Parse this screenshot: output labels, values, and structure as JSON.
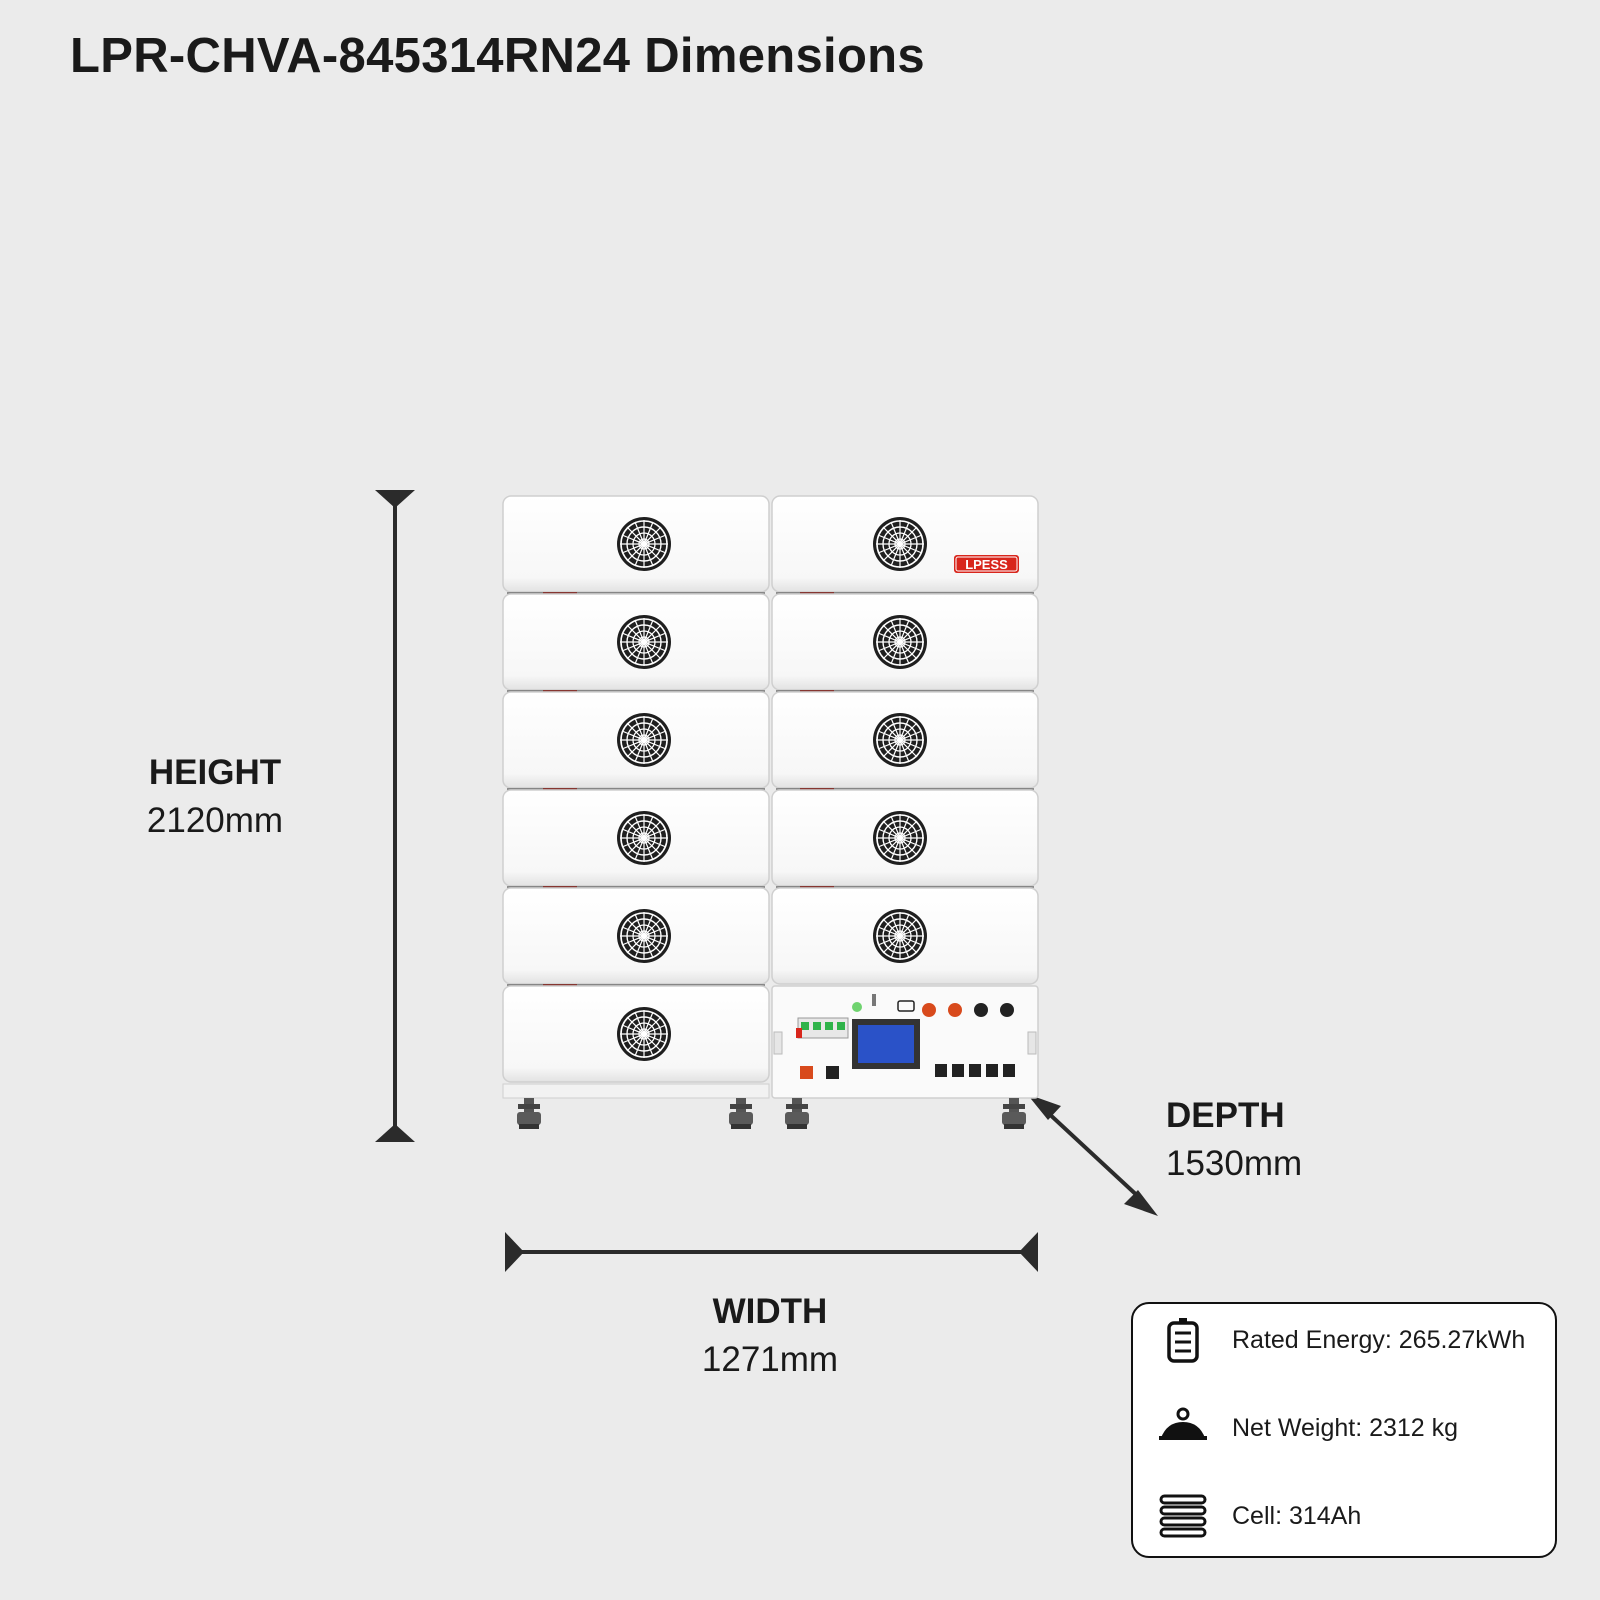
{
  "title": "LPR-CHVA-845314RN24 Dimensions",
  "brand_logo_text": "LPESS",
  "dimensions": {
    "height": {
      "label": "HEIGHT",
      "value": "2120mm"
    },
    "width": {
      "label": "WIDTH",
      "value": "1271mm"
    },
    "depth": {
      "label": "DEPTH",
      "value": "1530mm"
    }
  },
  "specs": [
    {
      "icon": "battery-icon",
      "text": "Rated Energy: 265.27kWh"
    },
    {
      "icon": "weight-icon",
      "text": "Net Weight: 2312 kg"
    },
    {
      "icon": "cell-stack-icon",
      "text": "Cell: 314Ah"
    }
  ],
  "colors": {
    "background": "#ebebeb",
    "accent": "#d8261c",
    "module": "#ffffff",
    "screen": "#2a52c8"
  }
}
